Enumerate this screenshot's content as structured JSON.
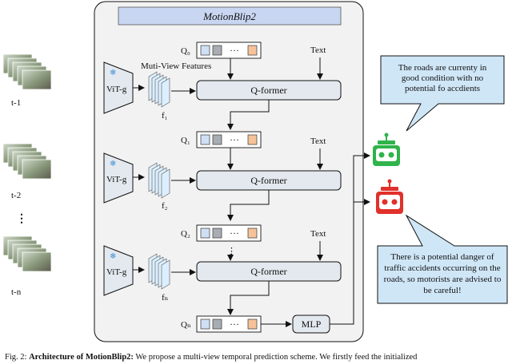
{
  "title": "MotionBlip2",
  "query_tokens": [
    "Q₀",
    "Q₁",
    "Q₂",
    "Qₙ"
  ],
  "text_inputs": [
    "Text",
    "Text",
    "Text"
  ],
  "encoder_label": "ViT-g",
  "qformer_label": "Q-former",
  "mlp_label": "MLP",
  "features_label": "Muti-View Features",
  "feature_maps": [
    "f₁",
    "f₂",
    "fₙ"
  ],
  "time_labels": [
    "t-1",
    "t-2",
    "t-n"
  ],
  "vertical_ellipsis": "⋮",
  "token_dots": "···",
  "output_safe": [
    "The roads are currenty in",
    "good condition with no",
    "potential fo accdients"
  ],
  "output_danger": [
    "There is a potential danger of",
    "traffic accidents occurring on the",
    "roads, so motorists are advised to",
    "be careful!"
  ],
  "caption": {
    "prefix": "Fig. 2: ",
    "bold": "Architecture of MotionBlip2:",
    "rest": " We propose a multi-view temporal prediction scheme. We firstly feed the initialized"
  },
  "colors": {
    "panel_bg": "#f2f2f2",
    "title_bar": "#c8d6f2",
    "qformer": "#e3e9ee",
    "encoder": "#e3e9ee",
    "token_blue": "#cfe0f5",
    "token_gray": "#a9adb3",
    "token_orange": "#f6c29a",
    "robot_green": "#2fb34a",
    "robot_red": "#e0312a",
    "feature_blue": "#dcefff",
    "snowflake": "#3b8bd9"
  }
}
